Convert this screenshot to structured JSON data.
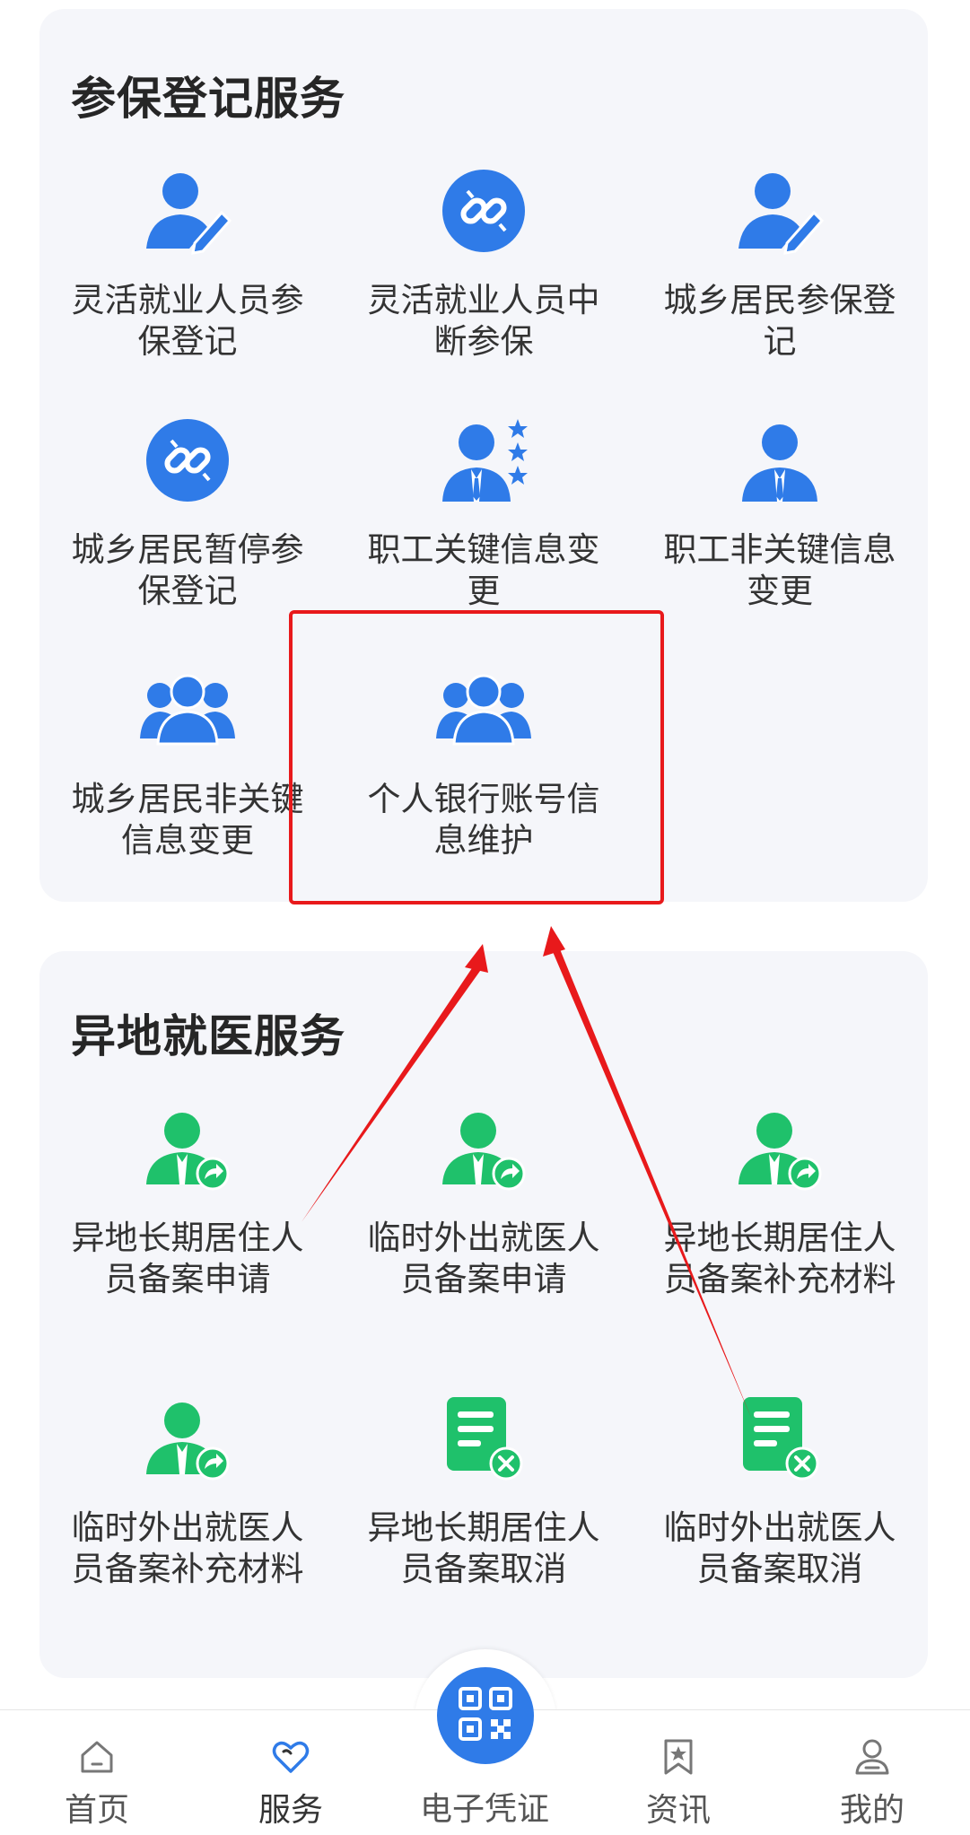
{
  "sections": {
    "enrollment": {
      "title": "参保登记服务",
      "items": [
        {
          "label": "灵活就业人员参保登记",
          "icon": "person-edit-icon"
        },
        {
          "label": "灵活就业人员中断参保",
          "icon": "broken-link-icon"
        },
        {
          "label": "城乡居民参保登记",
          "icon": "person-edit-icon"
        },
        {
          "label": "城乡居民暂停参保登记",
          "icon": "broken-link-icon"
        },
        {
          "label": "职工关键信息变更",
          "icon": "person-stars-icon"
        },
        {
          "label": "职工非关键信息变更",
          "icon": "person-tie-icon"
        },
        {
          "label": "城乡居民非关键信息变更",
          "icon": "group-icon"
        },
        {
          "label": "个人银行账号信息维护",
          "icon": "group-icon"
        }
      ]
    },
    "remote_medical": {
      "title": "异地就医服务",
      "items": [
        {
          "label": "异地长期居住人员备案申请",
          "icon": "person-share-icon"
        },
        {
          "label": "临时外出就医人员备案申请",
          "icon": "person-share-icon"
        },
        {
          "label": "异地长期居住人员备案补充材料",
          "icon": "person-share-icon"
        },
        {
          "label": "临时外出就医人员备案补充材料",
          "icon": "person-share-icon"
        },
        {
          "label": "异地长期居住人员备案取消",
          "icon": "document-cancel-icon"
        },
        {
          "label": "临时外出就医人员备案取消",
          "icon": "document-cancel-icon"
        }
      ]
    }
  },
  "tabbar": {
    "tabs": [
      {
        "label": "首页",
        "icon": "home-icon"
      },
      {
        "label": "服务",
        "icon": "heart-icon"
      },
      {
        "label": "电子凭证",
        "icon": "qr-code-icon"
      },
      {
        "label": "资讯",
        "icon": "bookmark-star-icon"
      },
      {
        "label": "我的",
        "icon": "user-icon"
      }
    ],
    "active": "服务"
  },
  "colors": {
    "card_bg": "#f5f6fa",
    "icon_blue": "#2f7be8",
    "icon_green": "#1fc16b",
    "highlight_red": "#e8191b",
    "tab_active": "#2f7be8"
  }
}
